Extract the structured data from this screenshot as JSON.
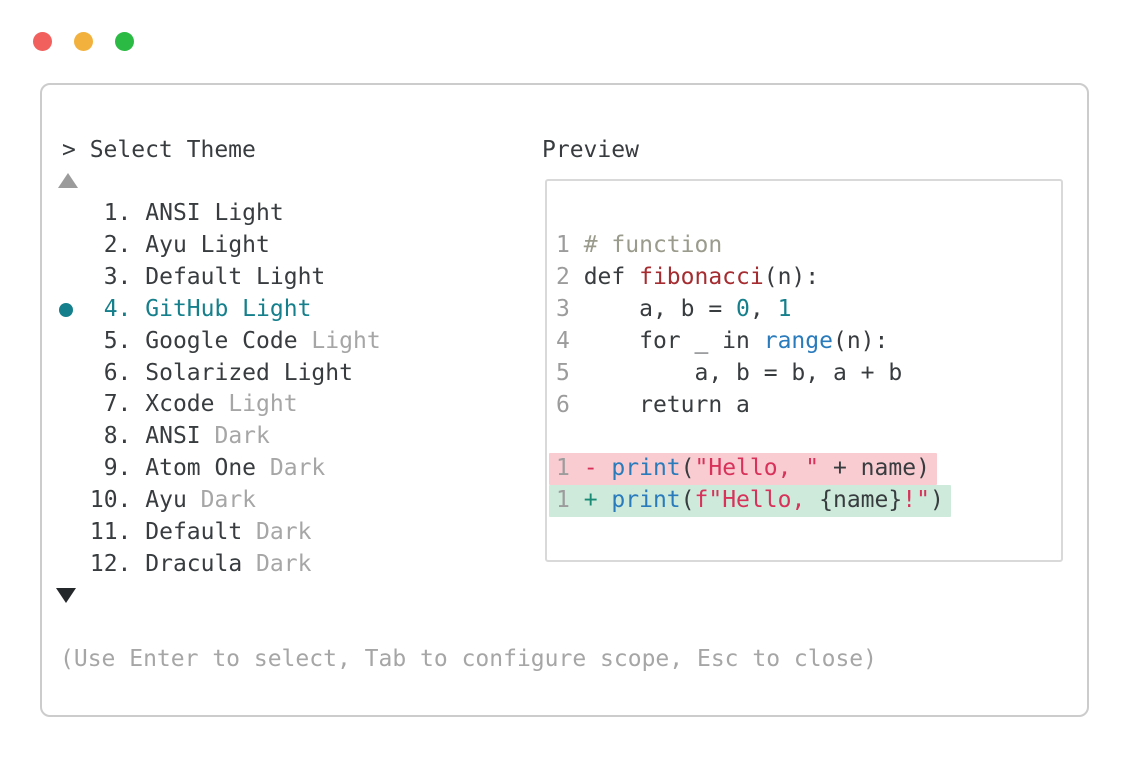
{
  "window_controls": {
    "close_icon": "red-circle",
    "minimize_icon": "yellow-circle",
    "zoom_icon": "green-circle"
  },
  "picker": {
    "prompt": "> Select Theme",
    "scroll_up_icon": "triangle-up",
    "scroll_down_icon": "triangle-down",
    "selected_bullet_icon": "teal-dot",
    "items": [
      {
        "num": "1",
        "name": "ANSI Light",
        "variant": "",
        "selected": false
      },
      {
        "num": "2",
        "name": "Ayu Light",
        "variant": "",
        "selected": false
      },
      {
        "num": "3",
        "name": "Default Light",
        "variant": "",
        "selected": false
      },
      {
        "num": "4",
        "name": "GitHub Light",
        "variant": "",
        "selected": true
      },
      {
        "num": "5",
        "name": "Google Code",
        "variant": "Light",
        "selected": false
      },
      {
        "num": "6",
        "name": "Solarized Light",
        "variant": "",
        "selected": false
      },
      {
        "num": "7",
        "name": "Xcode",
        "variant": "Light",
        "selected": false
      },
      {
        "num": "8",
        "name": "ANSI",
        "variant": "Dark",
        "selected": false
      },
      {
        "num": "9",
        "name": "Atom One",
        "variant": "Dark",
        "selected": false
      },
      {
        "num": "10",
        "name": "Ayu",
        "variant": "Dark",
        "selected": false
      },
      {
        "num": "11",
        "name": "Default",
        "variant": "Dark",
        "selected": false
      },
      {
        "num": "12",
        "name": "Dracula",
        "variant": "Dark",
        "selected": false
      }
    ],
    "help": "(Use Enter to select, Tab to configure scope, Esc to close)"
  },
  "preview": {
    "label": "Preview",
    "lines": [
      {
        "hl": "",
        "segments": [
          {
            "t": "1 ",
            "c": "linenum"
          },
          {
            "t": "# function",
            "c": "comment"
          }
        ]
      },
      {
        "hl": "",
        "segments": [
          {
            "t": "2 ",
            "c": "linenum"
          },
          {
            "t": "def ",
            "c": "plain"
          },
          {
            "t": "fibonacci",
            "c": "function"
          },
          {
            "t": "(n):",
            "c": "plain"
          }
        ]
      },
      {
        "hl": "",
        "segments": [
          {
            "t": "3 ",
            "c": "linenum"
          },
          {
            "t": "    a, b = ",
            "c": "plain"
          },
          {
            "t": "0",
            "c": "number"
          },
          {
            "t": ", ",
            "c": "plain"
          },
          {
            "t": "1",
            "c": "number"
          }
        ]
      },
      {
        "hl": "",
        "segments": [
          {
            "t": "4 ",
            "c": "linenum"
          },
          {
            "t": "    for _ in ",
            "c": "plain"
          },
          {
            "t": "range",
            "c": "builtin"
          },
          {
            "t": "(n):",
            "c": "plain"
          }
        ]
      },
      {
        "hl": "",
        "segments": [
          {
            "t": "5 ",
            "c": "linenum"
          },
          {
            "t": "        a, b = b, a + b",
            "c": "plain"
          }
        ]
      },
      {
        "hl": "",
        "segments": [
          {
            "t": "6 ",
            "c": "linenum"
          },
          {
            "t": "    return a",
            "c": "plain"
          }
        ]
      },
      {
        "hl": "",
        "segments": []
      },
      {
        "hl": "del",
        "segments": [
          {
            "t": "1 ",
            "c": "linenum"
          },
          {
            "t": "- ",
            "c": "removed"
          },
          {
            "t": "print",
            "c": "builtin"
          },
          {
            "t": "(",
            "c": "plain"
          },
          {
            "t": "\"Hello, \"",
            "c": "string"
          },
          {
            "t": " + name)",
            "c": "plain"
          }
        ]
      },
      {
        "hl": "add",
        "segments": [
          {
            "t": "1 ",
            "c": "linenum"
          },
          {
            "t": "+ ",
            "c": "added"
          },
          {
            "t": "print",
            "c": "builtin"
          },
          {
            "t": "(",
            "c": "plain"
          },
          {
            "t": "f\"Hello, ",
            "c": "string"
          },
          {
            "t": "{name}",
            "c": "plain"
          },
          {
            "t": "!\"",
            "c": "string"
          },
          {
            "t": ")",
            "c": "plain"
          }
        ]
      }
    ]
  },
  "colors": {
    "accent_teal": "#15808c",
    "text": "#383c3f",
    "muted_gray": "#a6a6a6",
    "line_number_gray": "#9c9c9c",
    "scroll_up_gray": "#9b9b9b",
    "scroll_down_dark": "#25282a",
    "comment_olive": "#9a9b8c",
    "function_red": "#a52c30",
    "builtin_blue": "#2a7bbc",
    "string_crimson": "#d8325a",
    "number_teal": "#15808c",
    "removed_crimson": "#d8325a",
    "added_teal": "#1a8a74",
    "del_bg": "#f8ccd1",
    "add_bg": "#cdeadb",
    "window_border": "#cccccc",
    "preview_border": "#d9d9d9",
    "traffic_red": "#f1605d",
    "traffic_yellow": "#f2b13c",
    "traffic_green": "#2bbb44"
  }
}
